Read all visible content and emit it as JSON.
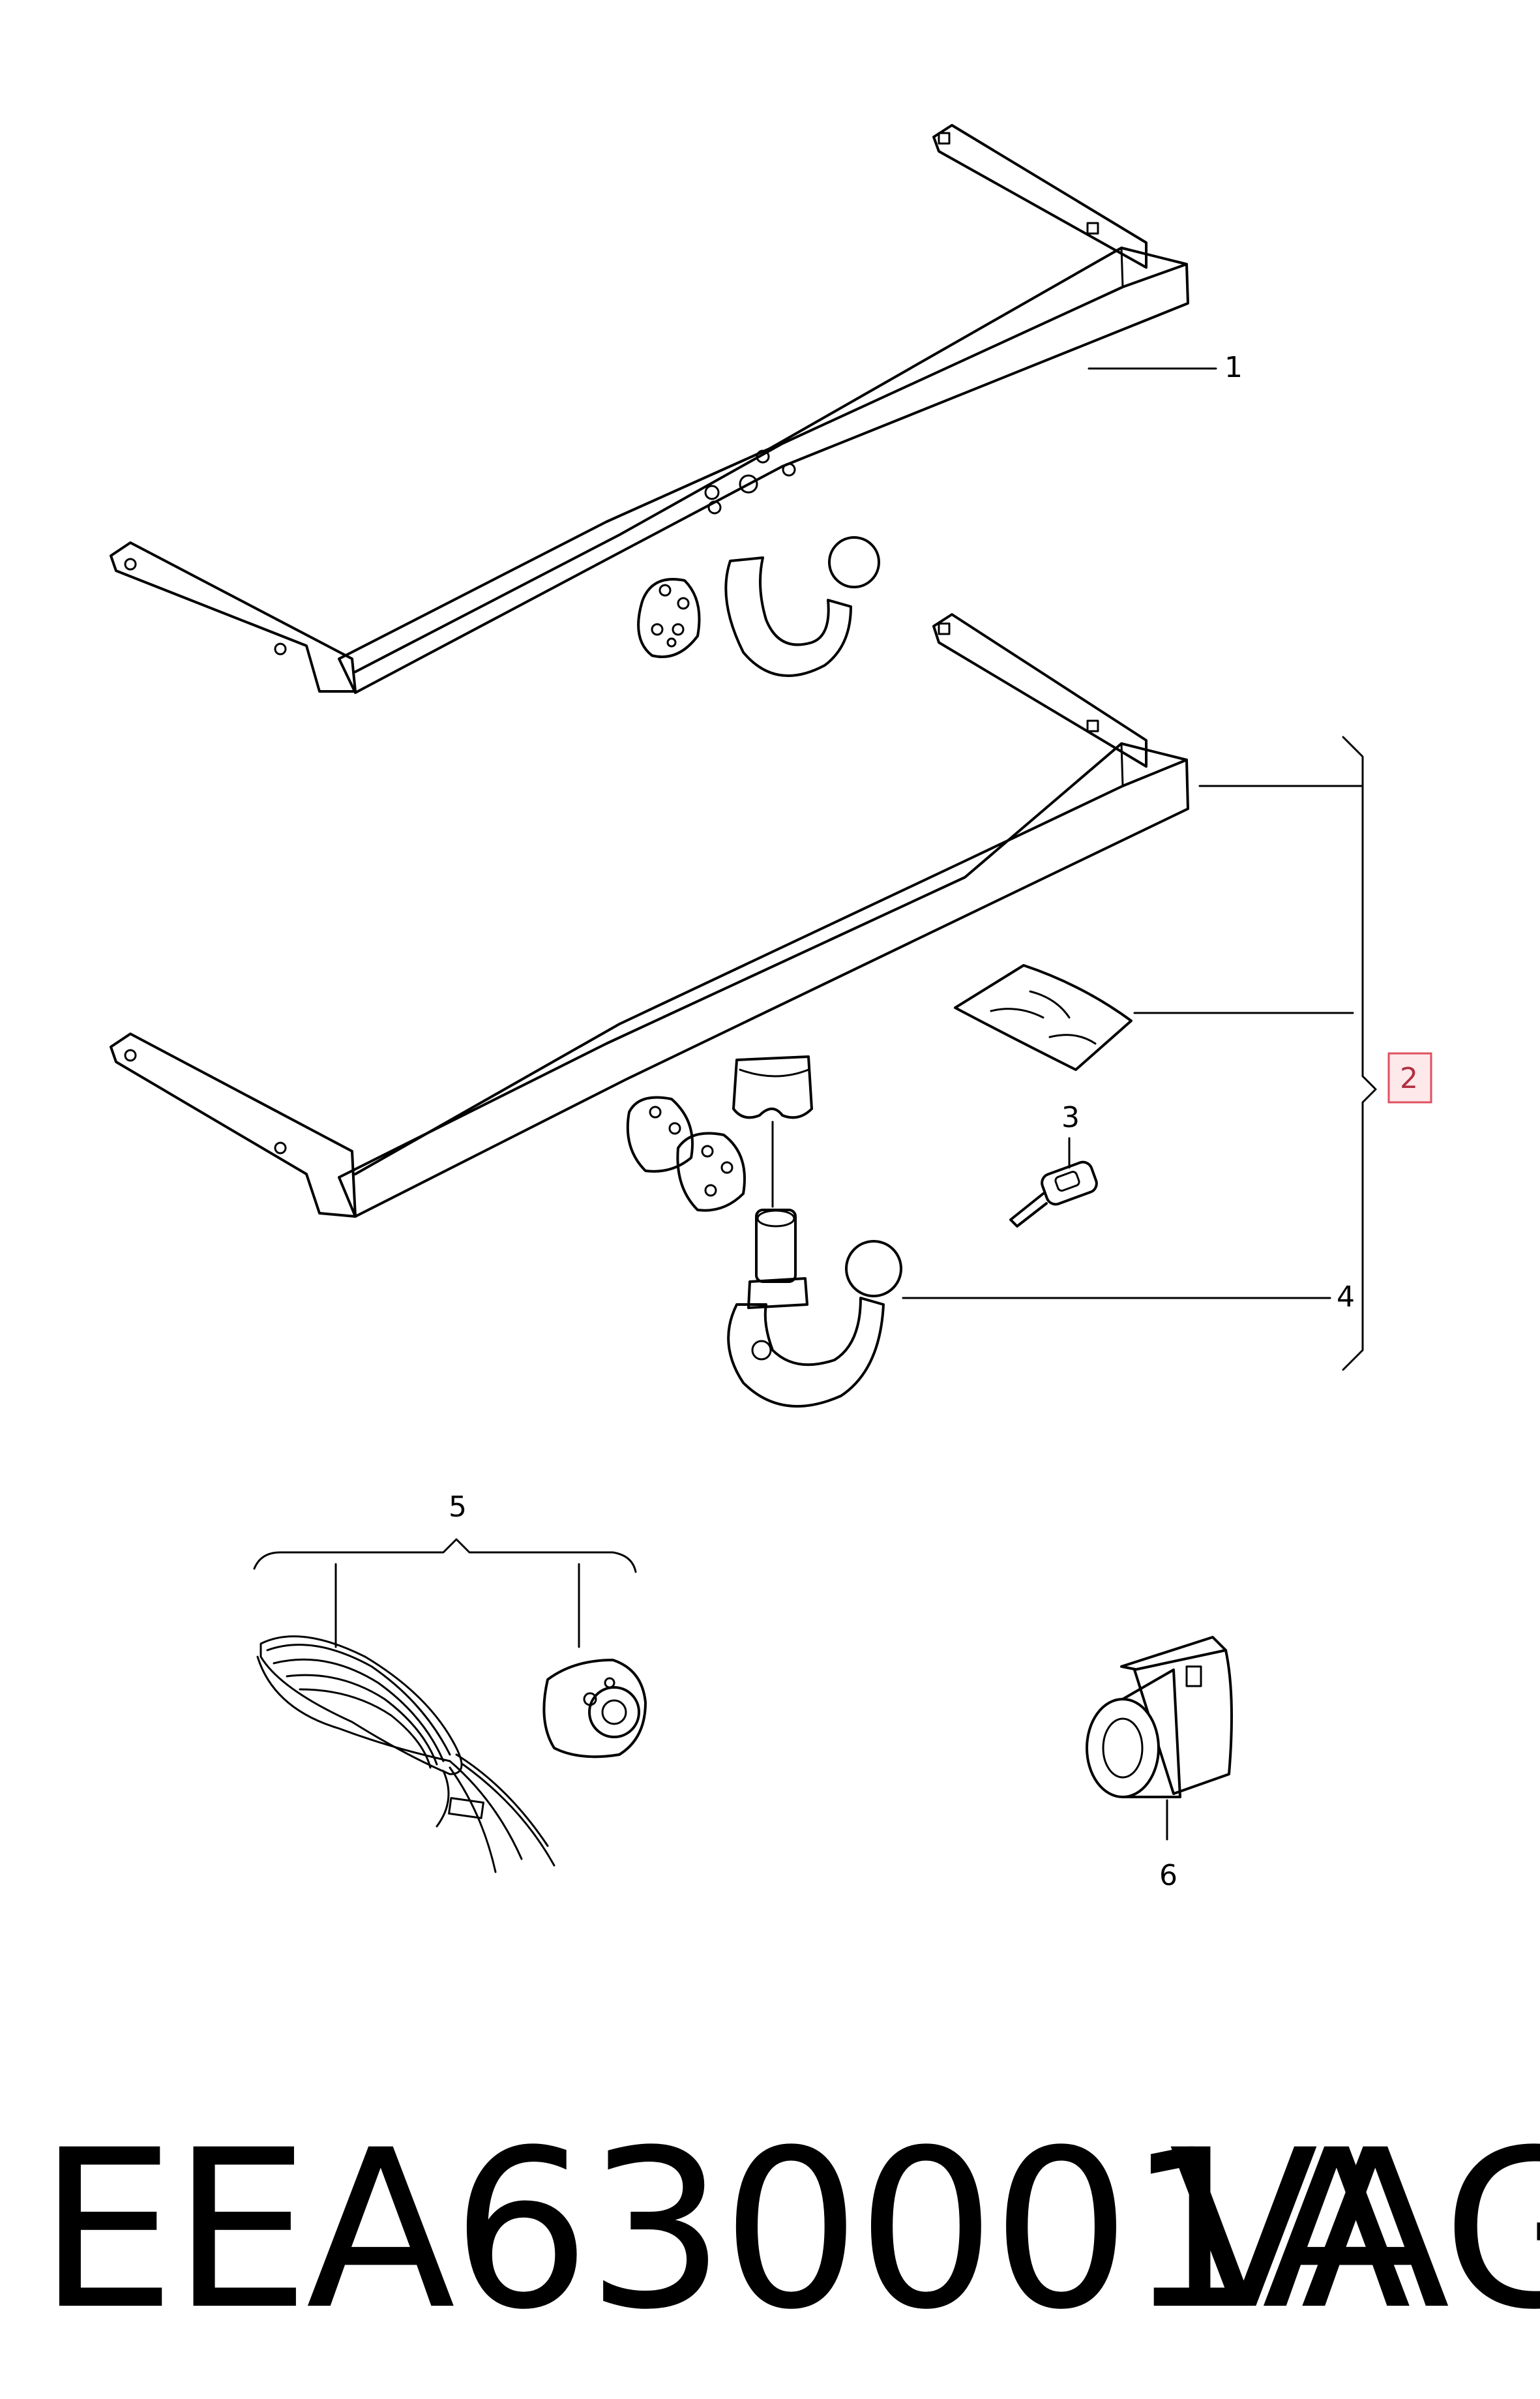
{
  "callouts": {
    "c1": "1",
    "c2": "2",
    "c3": "3",
    "c4": "4",
    "c5": "5",
    "c6": "6"
  },
  "footer": {
    "part_number": "EEA630001A",
    "brand": "VAG"
  }
}
